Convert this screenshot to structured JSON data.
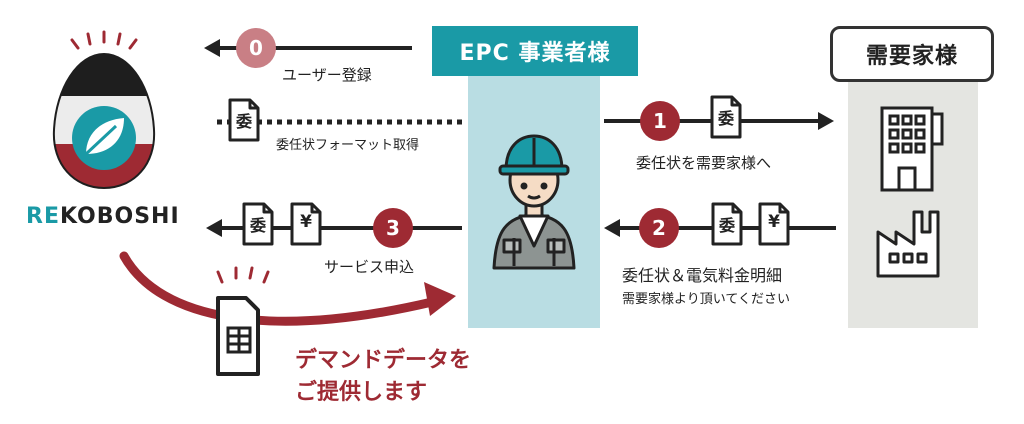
{
  "epc": {
    "title": "EPC 事業者様"
  },
  "customer": {
    "title": "需要家様"
  },
  "brand": {
    "prefix": "RE",
    "rest": "KOBOSHI"
  },
  "steps": [
    {
      "number": "0",
      "label": "ユーザー登録"
    },
    {
      "number": "",
      "label": "委任状フォーマット取得"
    },
    {
      "number": "1",
      "label": "委任状を需要家様へ"
    },
    {
      "number": "2",
      "label": "委任状＆電気料金明細",
      "sublabel": "需要家様より頂いてください"
    },
    {
      "number": "3",
      "label": "サービス申込"
    }
  ],
  "doc_icons": {
    "proxy_char": "委",
    "yen_char": "¥"
  },
  "demand": {
    "line1": "デマンドデータを",
    "line2": "ご提供します"
  },
  "colors": {
    "teal": "#1a9aa6",
    "light_teal": "#b9dde3",
    "red": "#9e2a33",
    "pink_badge": "#c97f85",
    "gray_panel": "#e4e5e1"
  }
}
